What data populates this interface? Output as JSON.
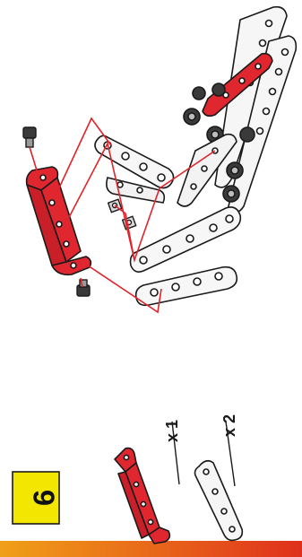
{
  "instruction": {
    "step_number": "6",
    "parts": [
      {
        "name": "red-bracket",
        "quantity_label": "x 1"
      },
      {
        "name": "white-strip",
        "quantity_label": "x 2"
      }
    ]
  },
  "colors": {
    "red_part": "#e0262f",
    "white_part": "#f4f4f4",
    "outline": "#1a1a1a",
    "guide_line": "#e2232a",
    "step_badge": "#f3e600",
    "bottom_bar_start": "#f0a018",
    "bottom_bar_end": "#e0301c"
  }
}
